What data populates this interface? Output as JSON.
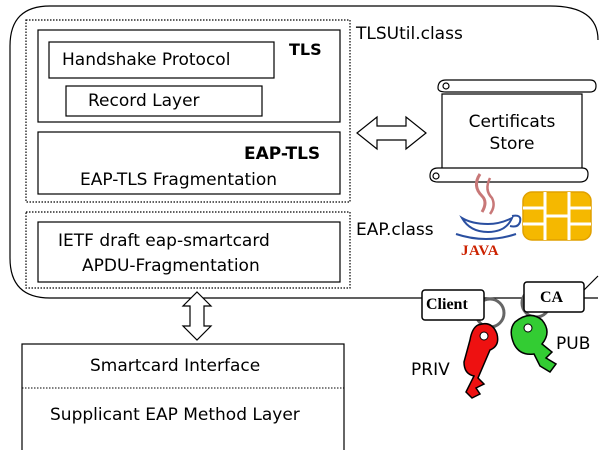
{
  "tls_module": {
    "class_name": "TLSUtil.class",
    "tls": {
      "title": "TLS",
      "handshake": "Handshake Protocol",
      "record": "Record Layer"
    },
    "eap_tls": {
      "title": "EAP-TLS",
      "fragmentation": "EAP-TLS Fragmentation"
    }
  },
  "eap_module": {
    "class_name": "EAP.class",
    "line1": "IETF draft eap-smartcard",
    "line2": "APDU-Fragmentation"
  },
  "certificate_store": {
    "line1": "Certificats",
    "line2": "Store"
  },
  "java_logo": {
    "text": "JAVA",
    "color": "#cc2200",
    "steam_color": "#c87878",
    "cup_color": "#2a4fa0"
  },
  "smartcard_chip": {
    "fill": "#f5b800",
    "border": "#e0a000"
  },
  "keys": {
    "client_tag": "Client",
    "ca_tag": "CA",
    "priv_label": "PRIV",
    "pub_label": "PUB",
    "priv_color": "#ee1111",
    "pub_color": "#33cc33"
  },
  "supplicant": {
    "smartcard_interface": "Smartcard Interface",
    "method_layer": "Supplicant EAP Method Layer"
  }
}
